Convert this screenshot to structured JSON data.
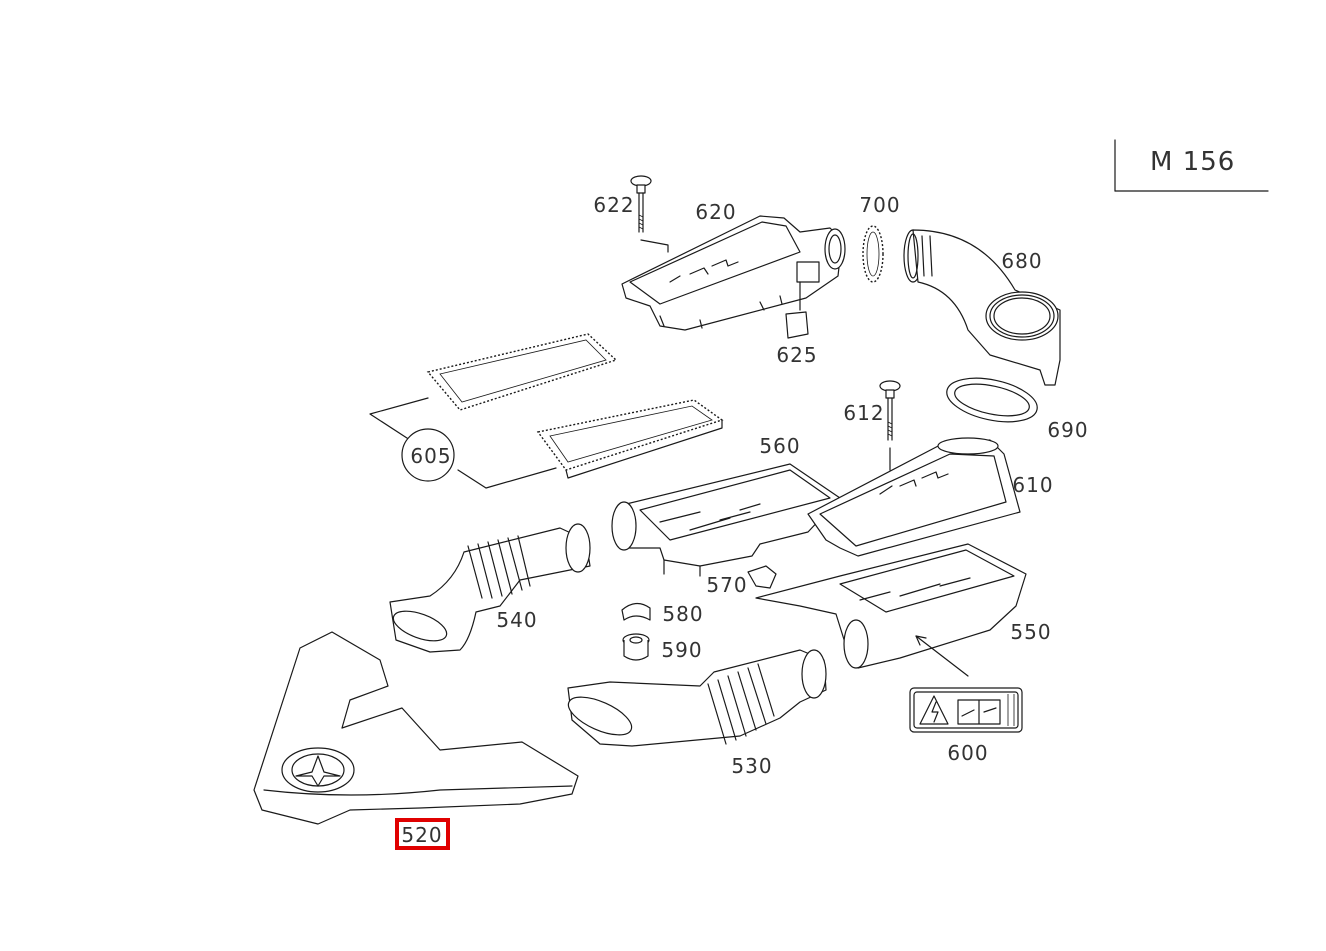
{
  "engine_code": "M 156",
  "highlight_color": "#e00000",
  "highlighted_part": "520",
  "parts": [
    {
      "id": "520",
      "label": "520",
      "name": "engine-cover"
    },
    {
      "id": "530",
      "label": "530",
      "name": "intake-duct-right"
    },
    {
      "id": "540",
      "label": "540",
      "name": "intake-duct-left"
    },
    {
      "id": "550",
      "label": "550",
      "name": "air-filter-housing-lower-right"
    },
    {
      "id": "560",
      "label": "560",
      "name": "air-filter-housing-lower-left"
    },
    {
      "id": "570",
      "label": "570",
      "name": "clip"
    },
    {
      "id": "580",
      "label": "580",
      "name": "clamp"
    },
    {
      "id": "590",
      "label": "590",
      "name": "grommet"
    },
    {
      "id": "600",
      "label": "600",
      "name": "warning-label"
    },
    {
      "id": "605",
      "label": "605",
      "name": "filter-elements"
    },
    {
      "id": "610",
      "label": "610",
      "name": "air-filter-cover-right"
    },
    {
      "id": "612",
      "label": "612",
      "name": "screw-right"
    },
    {
      "id": "620",
      "label": "620",
      "name": "air-filter-cover-left"
    },
    {
      "id": "622",
      "label": "622",
      "name": "screw-left"
    },
    {
      "id": "625",
      "label": "625",
      "name": "sensor"
    },
    {
      "id": "680",
      "label": "680",
      "name": "air-duct"
    },
    {
      "id": "690",
      "label": "690",
      "name": "seal-ring"
    },
    {
      "id": "700",
      "label": "700",
      "name": "gasket"
    }
  ]
}
